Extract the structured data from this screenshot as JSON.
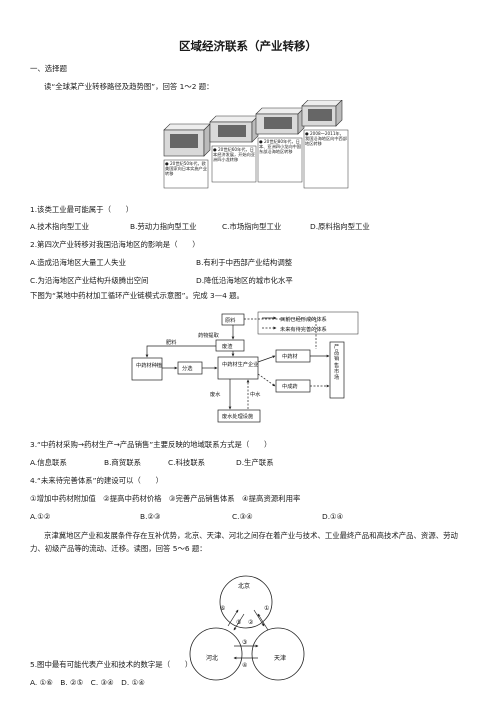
{
  "title": "区域经济联系（产业转移）",
  "section": "一、选择题",
  "intro1": "读“全球某产业转移路径及趋势图”，回答 1～2 题：",
  "fig1": {
    "stage1": "● 20世纪50年代，欧美国家向日本实施产业转移",
    "stage2": "● 20世纪60年代，日本经济发展，开始向亚洲四小龙转移",
    "stage3": "● 20世纪80年代，日本、亚洲四小龙向中国东部沿海地区转移",
    "stage4": "● 2008～2011年，我国沿海地区向中西部地区转移"
  },
  "q1": {
    "stem": "1.该类工业最可能属于（　　）",
    "A": "A.技术指向型工业",
    "B": "B.劳动力指向型工业",
    "C": "C.市场指向型工业",
    "D": "D.原料指向型工业"
  },
  "q2": {
    "stem": "2.第四次产业转移对我国沿海地区的影响是（　　）",
    "A": "A.造成沿海地区大量工人失业",
    "B": "B.有利于中西部产业结构调整",
    "C": "C.为沿海地区产业结构升级腾出空间",
    "D": "D.降低沿海地区的城市化水平"
  },
  "intro2": "下图为“某地中药材加工循环产业链模式示意图”。完成 3—4 题。",
  "fig2": {
    "raw": "原料",
    "residue": "药物提取",
    "waste": "废渣",
    "fertilizer": "肥料",
    "planting": "中药材种植",
    "sorting": "分选",
    "producer": "中药材生产企业",
    "wastewater": "废水",
    "reclaimed": "中水",
    "treatment": "废水处理设施",
    "herbs": "中药材",
    "decoction": "中成药",
    "sales": "产品销售市场",
    "legend_formed": "目前已经形成的体系",
    "legend_future": "未来有待完善的体系"
  },
  "q3": {
    "stem": "3.“中药材采购→药材生产→产品销售”主要反映的地域联系方式是（　　）",
    "A": "A.信息联系",
    "B": "B.商贸联系",
    "C": "C.科技联系",
    "D": "D.生产联系"
  },
  "q4": {
    "stem": "4.“未来待完善体系”的建设可以（　　）",
    "opts": "①增加中药材附加值　②提高中药材价格　③完善产品销售体系　④提高资源利用率",
    "A": "A.①②",
    "B": "B.②③",
    "C": "C.③④",
    "D": "D.①④"
  },
  "intro3": "京津冀地区产业和发展条件存在互补优势，北京、天津、河北之间存在着产业与技术、工业最终产品和高技术产品、资源、劳动力、初级产品等的流动、迁移。读图，回答 5～6 题：",
  "fig3": {
    "beijing": "北京",
    "hebei": "河北",
    "tianjin": "天津",
    "n1": "①",
    "n2": "②",
    "n3": "③",
    "n4": "④",
    "n5": "⑤",
    "n6": "⑥"
  },
  "q5": {
    "stem": "5.图中最有可能代表产业和技术的数字是（　　）",
    "opts": "A. ①⑥　B. ②⑤　C. ③④　D. ①④"
  }
}
